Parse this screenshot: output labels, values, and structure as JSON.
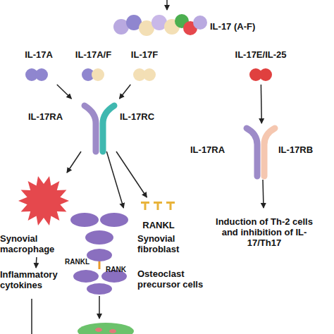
{
  "diagram": {
    "nodes": [
      {
        "text": [
          "IL-17 (A-F)"
        ]
      },
      {
        "text": [
          "IL-17A"
        ]
      },
      {
        "text": [
          "IL-17A/F"
        ]
      },
      {
        "text": [
          "IL-17F"
        ]
      },
      {
        "text": [
          "IL-17RA",
          "IL-17RC"
        ]
      },
      {
        "text": [
          "Synovial macrophage"
        ]
      },
      {
        "text": [
          "RANKL"
        ]
      },
      {
        "text": [
          "Synovial fibroblast"
        ]
      },
      {
        "text": [
          "Osteoclast precursor cells"
        ]
      },
      {
        "text": [
          "Inflammatory cytokines"
        ]
      },
      {
        "text": [
          "IL-17E/IL-25"
        ]
      },
      {
        "text": [
          "IL-17RA",
          "IL-17RB"
        ]
      },
      {
        "text": [
          "Induction of Th-2 cells and inhibition of IL-17/Th17"
        ]
      }
    ],
    "edges": [
      {
        "from": 1,
        "to": 4,
        "arrow": "to"
      },
      {
        "from": 3,
        "to": 4,
        "arrow": "to"
      },
      {
        "from": 4,
        "to": 5,
        "arrow": "to"
      },
      {
        "from": 4,
        "to": 7,
        "arrow": "to"
      },
      {
        "from": 4,
        "to": 6,
        "arrow": "to"
      },
      {
        "from": 5,
        "to": 9,
        "arrow": "to"
      },
      {
        "from": 10,
        "to": 11,
        "arrow": "to"
      },
      {
        "from": 11,
        "to": 12,
        "arrow": "to"
      }
    ],
    "labels": [
      "RANKL",
      "RANK"
    ]
  }
}
